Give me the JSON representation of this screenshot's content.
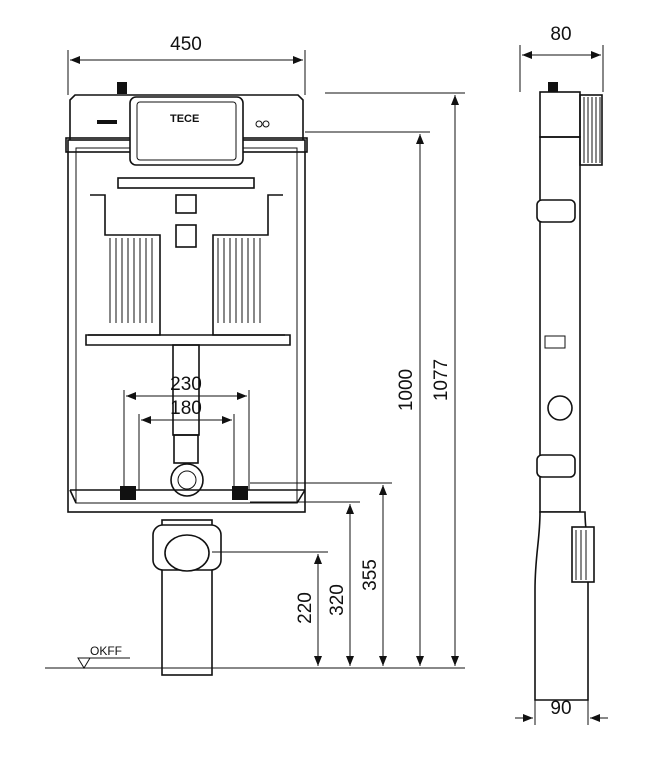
{
  "drawing": {
    "logo_text": "TECE",
    "floor_label": "OKFF",
    "front_view": {
      "width_dim": "450",
      "outer_fixing_dim": "230",
      "inner_fixing_dim": "180",
      "height_1077": "1077",
      "height_1000": "1000",
      "height_355": "355",
      "height_320": "320",
      "height_220": "220"
    },
    "side_view": {
      "depth_dim": "80",
      "pipe_dim": "90"
    }
  }
}
